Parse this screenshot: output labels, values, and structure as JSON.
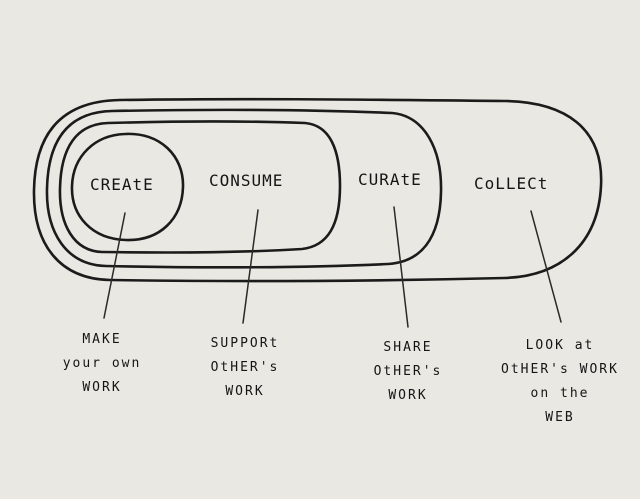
{
  "terms": {
    "create": "CREAtE",
    "consume": "CONSUME",
    "curate": "CURAtE",
    "collect": "CoLLECt"
  },
  "descriptions": {
    "create": [
      "MAKE",
      "your own",
      "WORK"
    ],
    "consume": [
      "SUPPORt",
      "OtHER's",
      "WORK"
    ],
    "curate": [
      "SHARE",
      "OtHER's",
      "WORK"
    ],
    "collect": [
      "LOOK at",
      "OtHER's WORK",
      "on the",
      "WEB"
    ]
  },
  "colors": {
    "paper": "#e9e8e2",
    "ink": "#1b1b1b"
  }
}
